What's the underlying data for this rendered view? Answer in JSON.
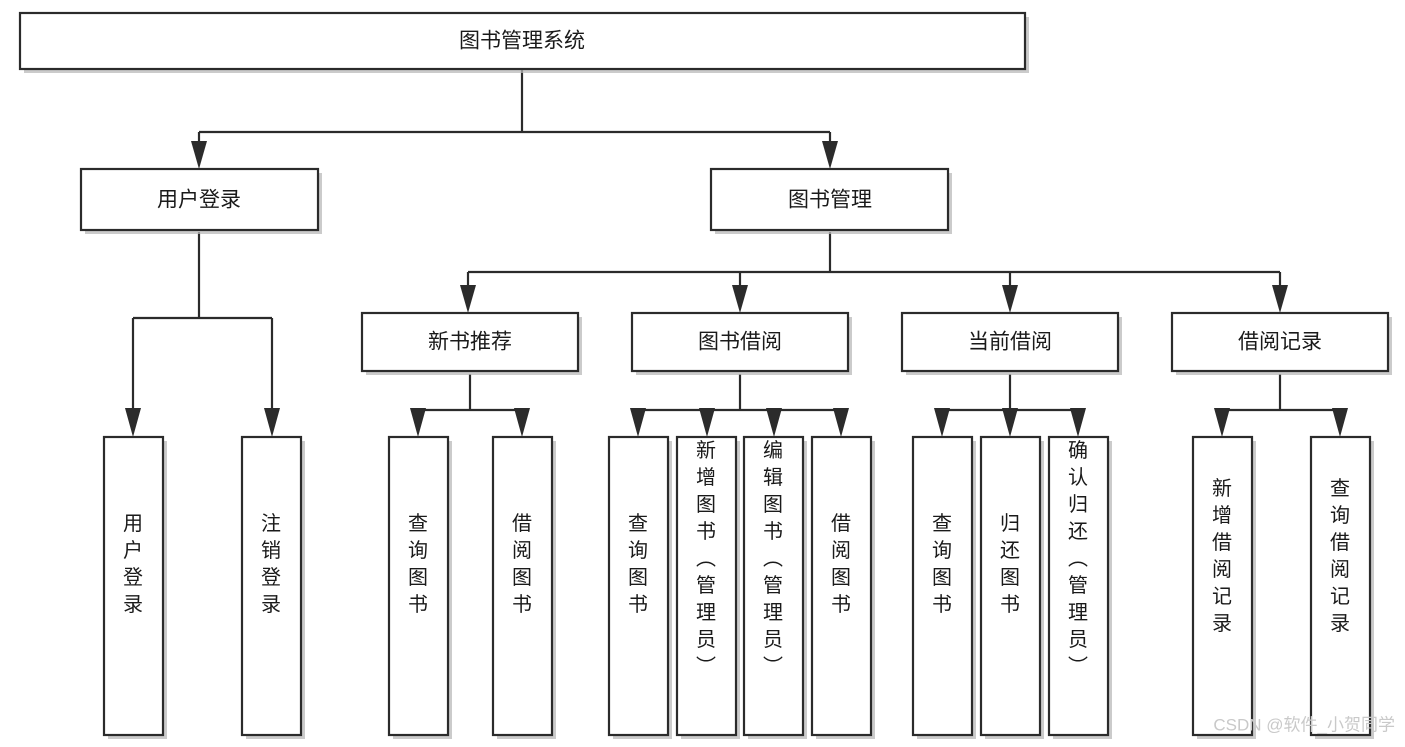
{
  "diagram": {
    "title": "图书管理系统",
    "type": "hierarchy-tree",
    "watermark": "CSDN @软件_小贺同学",
    "colors": {
      "background": "#ffffff",
      "box_stroke": "#2b2b2b",
      "box_fill": "#ffffff",
      "connector": "#2b2b2b",
      "text": "#1a1a1a",
      "shadow": "#b9b9b9",
      "watermark": "#c9c9c9"
    },
    "root": {
      "id": "root",
      "label": "图书管理系统"
    },
    "level2": [
      {
        "id": "user-login",
        "label": "用户登录"
      },
      {
        "id": "book-management",
        "label": "图书管理"
      }
    ],
    "level3": [
      {
        "id": "new-book-recommend",
        "label": "新书推荐",
        "parent": "book-management"
      },
      {
        "id": "book-borrow",
        "label": "图书借阅",
        "parent": "book-management"
      },
      {
        "id": "current-borrow",
        "label": "当前借阅",
        "parent": "book-management"
      },
      {
        "id": "borrow-record",
        "label": "借阅记录",
        "parent": "book-management"
      }
    ],
    "leaves": {
      "user-login": [
        {
          "id": "leaf-user-login",
          "label": "用户登录"
        },
        {
          "id": "leaf-user-logout",
          "label": "注销登录"
        }
      ],
      "new-book-recommend": [
        {
          "id": "leaf-query-book-1",
          "label": "查询图书"
        },
        {
          "id": "leaf-borrow-book-1",
          "label": "借阅图书"
        }
      ],
      "book-borrow": [
        {
          "id": "leaf-query-book-2",
          "label": "查询图书"
        },
        {
          "id": "leaf-add-book",
          "label": "新增图书（管理员）"
        },
        {
          "id": "leaf-edit-book",
          "label": "编辑图书（管理员）"
        },
        {
          "id": "leaf-borrow-book-2",
          "label": "借阅图书"
        }
      ],
      "current-borrow": [
        {
          "id": "leaf-query-book-3",
          "label": "查询图书"
        },
        {
          "id": "leaf-return-book",
          "label": "归还图书"
        },
        {
          "id": "leaf-confirm-return",
          "label": "确认归还（管理员）"
        }
      ],
      "borrow-record": [
        {
          "id": "leaf-add-record",
          "label": "新增借阅记录"
        },
        {
          "id": "leaf-query-record",
          "label": "查询借阅记录"
        }
      ]
    }
  }
}
